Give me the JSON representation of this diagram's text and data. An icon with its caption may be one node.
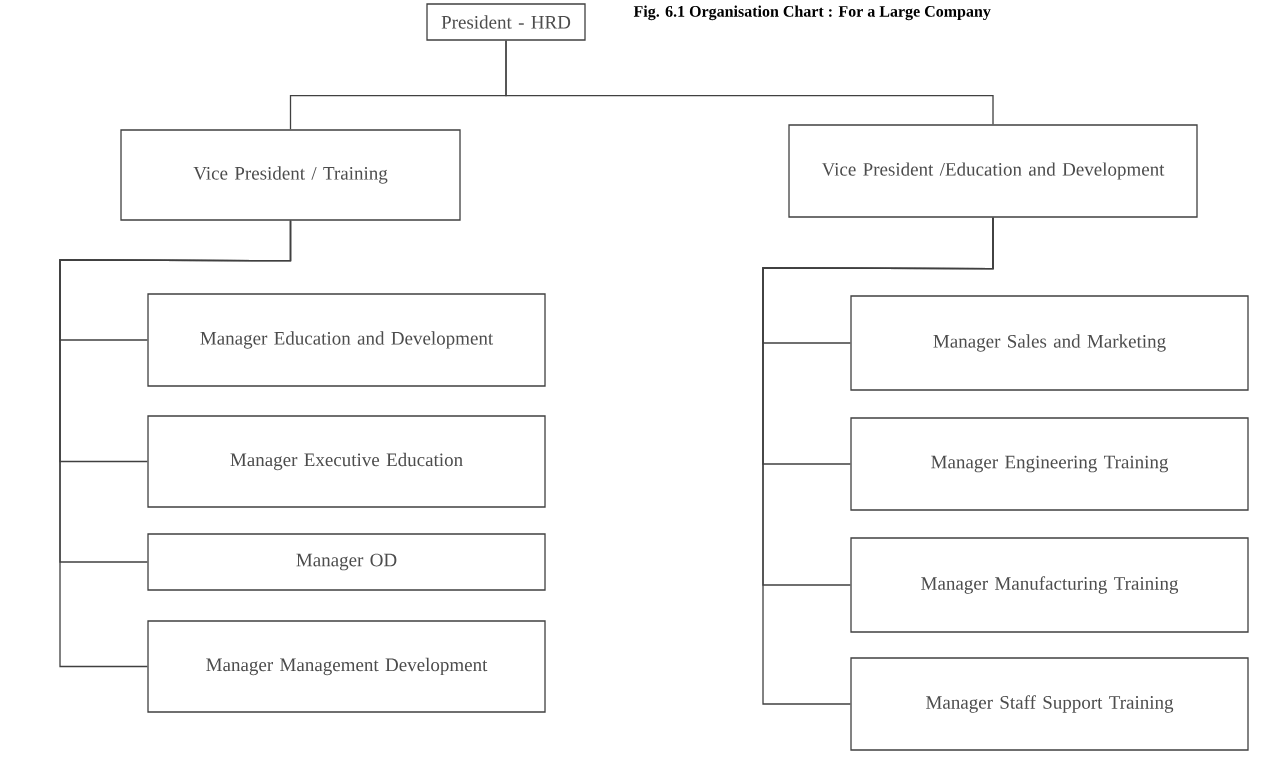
{
  "diagram": {
    "title": "Fig. 6.1 Organisation Chart : For a Large Company",
    "nodes": [
      {
        "text": [
          "President - HRD"
        ]
      },
      {
        "text": [
          "Vice President / Training"
        ]
      },
      {
        "text": [
          "Vice President /Education and Development"
        ]
      },
      {
        "text": [
          "Manager Education and Development"
        ]
      },
      {
        "text": [
          "Manager Executive Education"
        ]
      },
      {
        "text": [
          "Manager OD"
        ]
      },
      {
        "text": [
          "Manager Management Development"
        ]
      },
      {
        "text": [
          "Manager Sales and Marketing"
        ]
      },
      {
        "text": [
          "Manager Engineering Training"
        ]
      },
      {
        "text": [
          "Manager Manufacturing Training"
        ]
      },
      {
        "text": [
          "Manager Staff Support Training"
        ]
      }
    ],
    "edges": [
      {
        "from": 0,
        "to": 1,
        "arrow": "none"
      },
      {
        "from": 0,
        "to": 2,
        "arrow": "none"
      },
      {
        "from": 1,
        "to": 3,
        "arrow": "none"
      },
      {
        "from": 1,
        "to": 4,
        "arrow": "none"
      },
      {
        "from": 1,
        "to": 5,
        "arrow": "none"
      },
      {
        "from": 1,
        "to": 6,
        "arrow": "none"
      },
      {
        "from": 2,
        "to": 7,
        "arrow": "none"
      },
      {
        "from": 2,
        "to": 8,
        "arrow": "none"
      },
      {
        "from": 2,
        "to": 9,
        "arrow": "none"
      },
      {
        "from": 2,
        "to": 10,
        "arrow": "none"
      }
    ]
  }
}
